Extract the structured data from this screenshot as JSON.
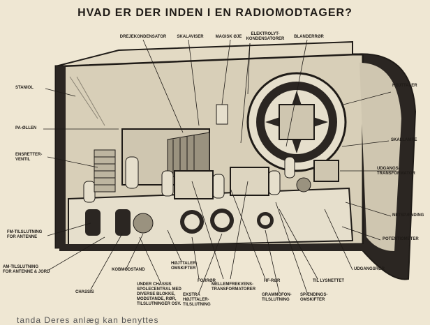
{
  "title": "HVAD ER DER INDEN I EN RADIOMODTAGER?",
  "labels": {
    "dreiekondensator": "DREJEKONDENSATOR",
    "skalaviser": "SKALAVISER",
    "magisk_oeje": "MAGISK ØJE",
    "elektrolyt": "ELEKTROLYT-\nKONDENSATORER",
    "blanderroer": "BLANDERRØR",
    "stanioL": "STANIOL",
    "hojttaler": "HØJTTALER",
    "pa_ollen": "PA-ØLLEN",
    "skallampe": "SKALLAMPE",
    "ensretter": "ENSRETTER-\nVENTIL",
    "udgangstransformator": "UDGANGS-\nTRANSFORMATOR",
    "netspaending": "NETSPÆNDING",
    "fm_antenne": "FM-TILSLUTNING\nFOR ANTENNE",
    "potentiometer": "POTENTIOMETER",
    "am_antenne": "AM-TILSLUTNING\nFOR ANTENNE & JORD",
    "udgangsror": "UDGANGSRØR",
    "chassis": "CHASSIS",
    "kobmodstand": "KOBMODSTAND",
    "under_chassis": "UNDER CHASSIS\nSPOLECENTRAL MED\nDIVERSE BLOKKE,\nMODSTANDE, RØR,\nTILSLUTNINGER OSV.",
    "hojttaler_ompekter": "HØJTTALER-\nOMSKIFTER",
    "forror": "FORRØR",
    "ekstra_hojttaler": "EKSTRA\nHØJTTALER-\nTILSLUTNING",
    "mellemfrekvens": "MELLEMFREKVENS-\nTRANSFORMATORER",
    "hf_ror": "HF-RØR",
    "grammofon": "GRAMMOFON-\nTILSLUTNING",
    "til_lysnettet": "TIL LYSNETTET",
    "spaendings": "SPÆNDINGS-\nOMSKIFTER"
  },
  "bottom_text": "tanda   Deres   anlæg   kan   benyttes"
}
